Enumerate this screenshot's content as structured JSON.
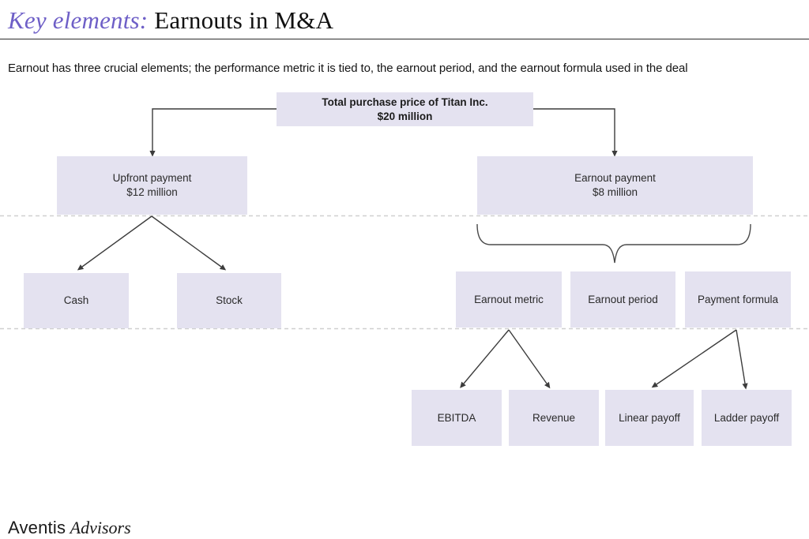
{
  "header": {
    "title_accent": "Key elements:",
    "title_rest": " Earnouts in M&A",
    "subtitle": "Earnout has three crucial elements; the performance metric it is tied to, the earnout period, and the earnout formula used in the deal"
  },
  "diagram": {
    "total": {
      "line1": "Total purchase price of Titan Inc.",
      "line2": "$20 million"
    },
    "upfront": {
      "line1": "Upfront payment",
      "line2": "$12 million"
    },
    "earnout": {
      "line1": "Earnout payment",
      "line2": "$8 million"
    },
    "cash": {
      "label": "Cash"
    },
    "stock": {
      "label": "Stock"
    },
    "metric": {
      "label": "Earnout metric"
    },
    "period": {
      "label": "Earnout period"
    },
    "formula": {
      "label": "Payment formula"
    },
    "ebitda": {
      "label": "EBITDA"
    },
    "revenue": {
      "label": "Revenue"
    },
    "linear": {
      "label": "Linear payoff"
    },
    "ladder": {
      "label": "Ladder payoff"
    }
  },
  "footer": {
    "brand_sans": "Aventis",
    "brand_serif": "Advisors"
  },
  "colors": {
    "accent": "#6e5fc7",
    "box_fill": "#e4e2f0",
    "line": "#3c3c3c",
    "dashed": "#cfcfcf",
    "text": "#2a2a2a"
  }
}
